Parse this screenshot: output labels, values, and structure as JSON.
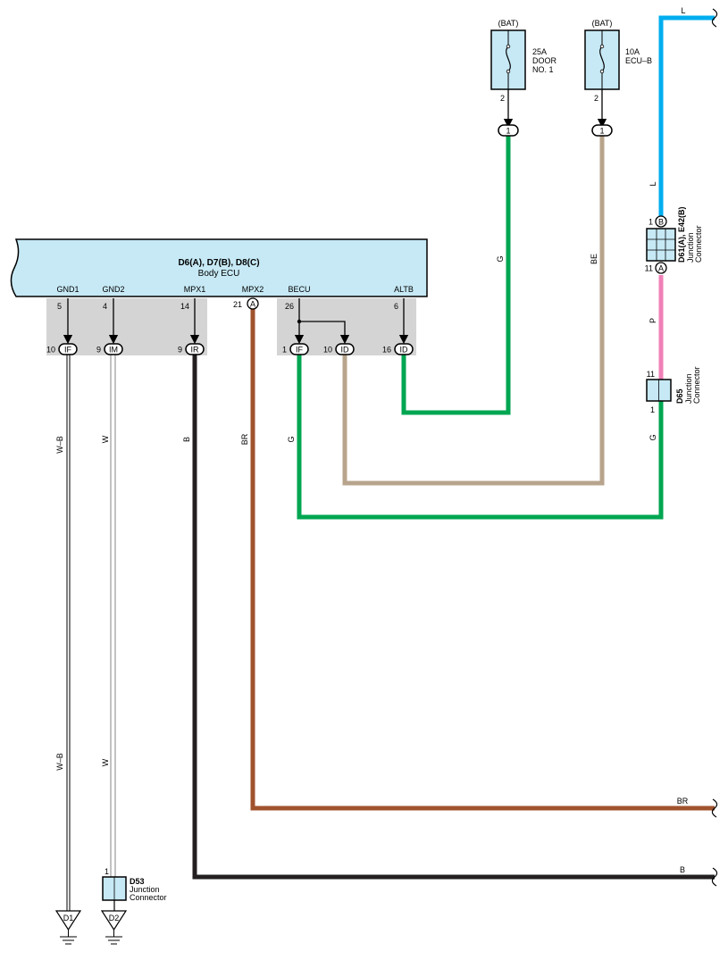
{
  "ecu": {
    "title": "D6(A), D7(B), D8(C)",
    "subtitle": "Body ECU",
    "pins": [
      {
        "name": "GND1",
        "num": "5"
      },
      {
        "name": "GND2",
        "num": "4"
      },
      {
        "name": "MPX1",
        "num": "14"
      },
      {
        "name": "MPX2",
        "num": "21",
        "conn": "A"
      },
      {
        "name": "BECU",
        "num": "26"
      },
      {
        "name": "ALTB",
        "num": "6"
      }
    ]
  },
  "jb_connectors": [
    {
      "pin": "10",
      "id": "IF"
    },
    {
      "pin": "9",
      "id": "IM"
    },
    {
      "pin": "9",
      "id": "IR"
    },
    {
      "pin": "1",
      "id": "IF"
    },
    {
      "pin": "10",
      "id": "ID"
    },
    {
      "pin": "16",
      "id": "ID"
    }
  ],
  "fuses": [
    {
      "source": "(BAT)",
      "rating": "25A",
      "name_line1": "DOOR",
      "name_line2": "NO. 1",
      "pin": "2",
      "conn": "1"
    },
    {
      "source": "(BAT)",
      "rating": "10A",
      "name_line1": "ECU–B",
      "name_line2": "",
      "pin": "2",
      "conn": "1"
    }
  ],
  "junction_d61": {
    "code": "D61(A), E42(B)",
    "label_line1": "Junction",
    "label_line2": "Connector",
    "top_pin": "1",
    "top_conn": "B",
    "bottom_pin": "11",
    "bottom_conn": "A"
  },
  "junction_d65": {
    "code": "D65",
    "label_line1": "Junction",
    "label_line2": "Connector",
    "top_pin": "11",
    "bottom_pin": "1"
  },
  "junction_d53": {
    "code": "D53",
    "label_line1": "Junction",
    "label_line2": "Connector",
    "pin": "1"
  },
  "grounds": [
    "D1",
    "D2"
  ],
  "wire_labels": {
    "wb": "W–B",
    "w": "W",
    "b": "B",
    "br": "BR",
    "g": "G",
    "be": "BE",
    "l": "L",
    "p": "P"
  },
  "colors": {
    "green": "#00a651",
    "beige": "#b8a48c",
    "brown": "#a0522d",
    "blue": "#00aeef",
    "pink": "#f080b8",
    "black": "#231f20",
    "ecu_fill": "#c6e9f5",
    "connector_fill": "#c6e9f5",
    "pin_area": "#d4d4d4"
  }
}
